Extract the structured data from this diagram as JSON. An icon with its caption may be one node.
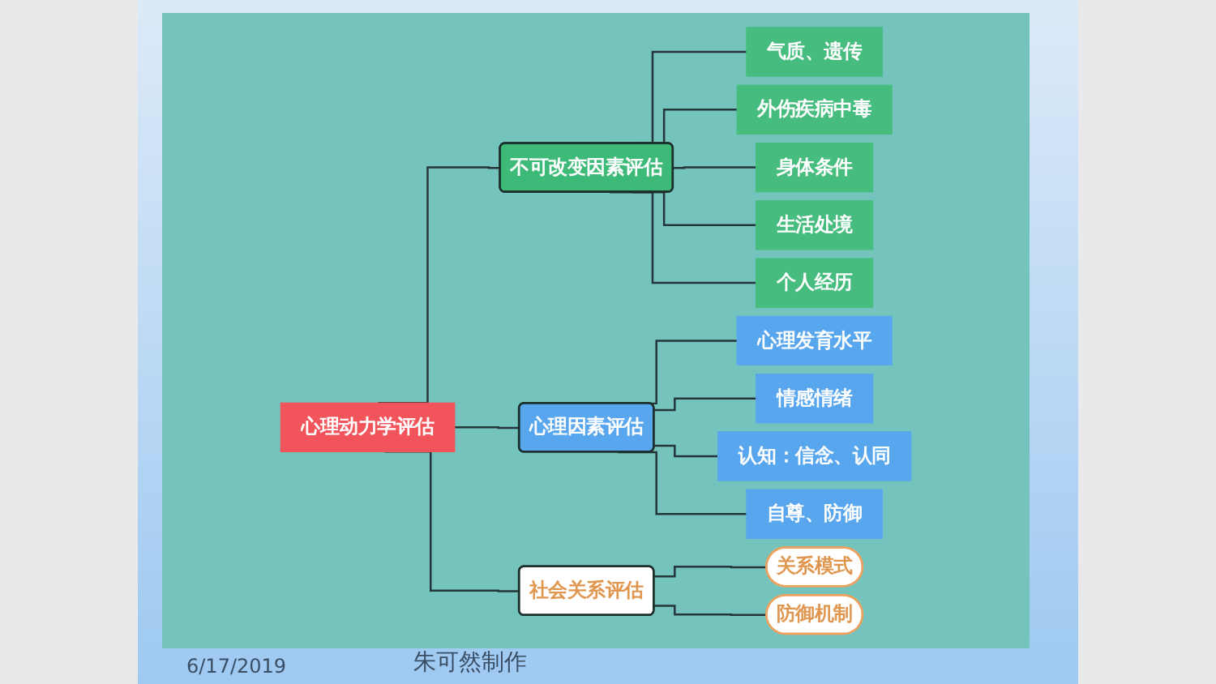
{
  "diagram": {
    "nodes": [
      {
        "text": [
          "心理动力学评估"
        ]
      },
      {
        "text": [
          "不可改变因素评估"
        ]
      },
      {
        "text": [
          "心理因素评估"
        ]
      },
      {
        "text": [
          "社会关系评估"
        ]
      },
      {
        "text": [
          "气质、遗传"
        ]
      },
      {
        "text": [
          "外伤疾病中毒"
        ]
      },
      {
        "text": [
          "身体条件"
        ]
      },
      {
        "text": [
          "生活处境"
        ]
      },
      {
        "text": [
          "个人经历"
        ]
      },
      {
        "text": [
          "心理发育水平"
        ]
      },
      {
        "text": [
          "情感情绪"
        ]
      },
      {
        "text": [
          "认知：信念、认同"
        ]
      },
      {
        "text": [
          "自尊、防御"
        ]
      },
      {
        "text": [
          "关系模式"
        ]
      },
      {
        "text": [
          "防御机制"
        ]
      }
    ],
    "edges": [
      {
        "from": 0,
        "to": 1,
        "arrow": "none"
      },
      {
        "from": 0,
        "to": 2,
        "arrow": "none"
      },
      {
        "from": 0,
        "to": 3,
        "arrow": "none"
      },
      {
        "from": 1,
        "to": 4,
        "arrow": "none"
      },
      {
        "from": 1,
        "to": 5,
        "arrow": "none"
      },
      {
        "from": 1,
        "to": 6,
        "arrow": "none"
      },
      {
        "from": 1,
        "to": 7,
        "arrow": "none"
      },
      {
        "from": 1,
        "to": 8,
        "arrow": "none"
      },
      {
        "from": 2,
        "to": 9,
        "arrow": "none"
      },
      {
        "from": 2,
        "to": 10,
        "arrow": "none"
      },
      {
        "from": 2,
        "to": 11,
        "arrow": "none"
      },
      {
        "from": 2,
        "to": 12,
        "arrow": "none"
      },
      {
        "from": 3,
        "to": 13,
        "arrow": "none"
      },
      {
        "from": 3,
        "to": 14,
        "arrow": "none"
      }
    ],
    "labels": [
      "6/17/2019",
      "朱可然制作"
    ]
  }
}
